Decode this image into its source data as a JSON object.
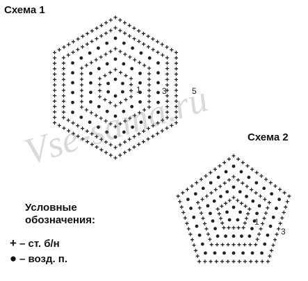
{
  "scheme1": {
    "title": "Схема 1",
    "ring_labels": [
      "1",
      "3",
      "5"
    ]
  },
  "scheme2": {
    "title": "Схема 2",
    "ring_labels": [
      "1",
      "3"
    ]
  },
  "legend": {
    "title_line1": "Условные",
    "title_line2": "обозначения:",
    "items": [
      {
        "icon": "plus-icon",
        "text": "– ст. б/н"
      },
      {
        "icon": "dot-icon",
        "text": "– возд. п."
      }
    ]
  },
  "watermark": "Vse-sama.ru",
  "colors": {
    "ink": "#222222",
    "watermark": "#888888"
  }
}
